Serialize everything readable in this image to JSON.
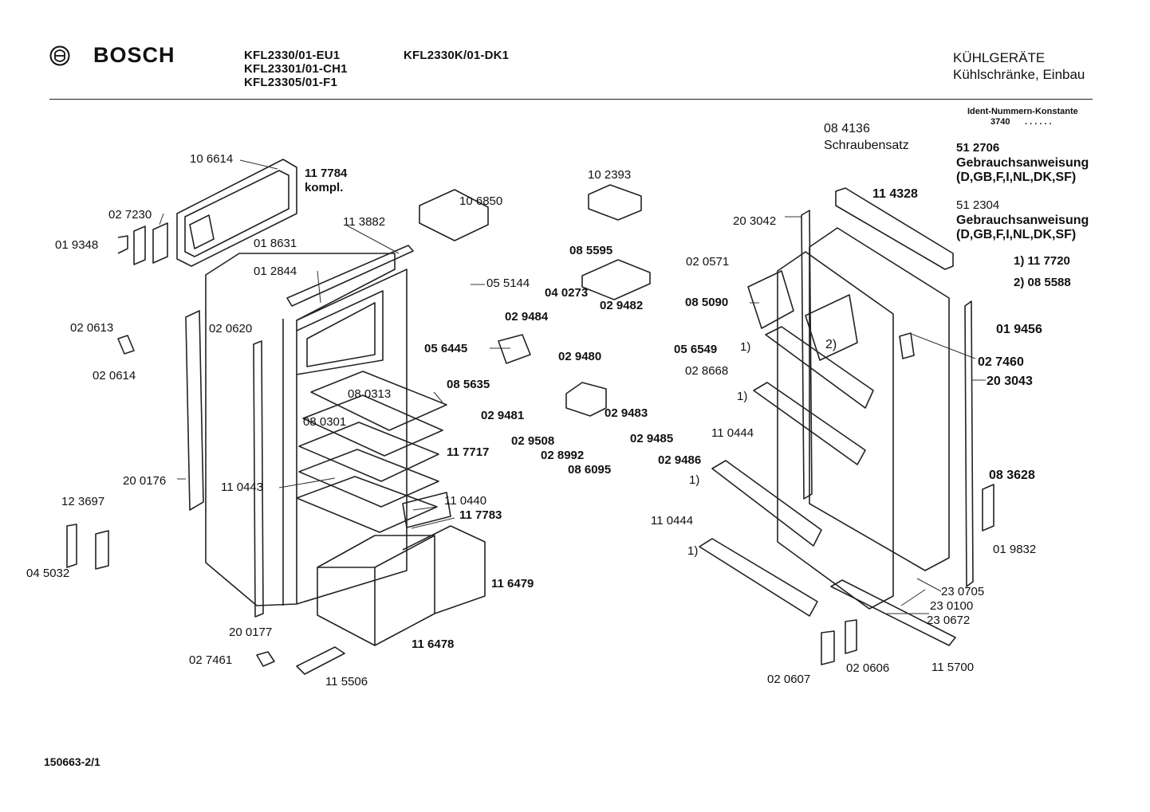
{
  "header": {
    "brand": "BOSCH",
    "models_col1": [
      "KFL2330/01-EU1",
      "KFL23301/01-CH1",
      "KFL23305/01-F1"
    ],
    "models_col2": [
      "KFL2330K/01-DK1"
    ],
    "category": "KÜHLGERÄTE",
    "subcategory": "Kühlschränke, Einbau"
  },
  "ident": {
    "title": "Ident-Nummern-Konstante",
    "value": "3740",
    "dots": ". .   . . . ."
  },
  "side_notes": {
    "screw_set_no": "08 4136",
    "screw_set_label": "Schraubensatz",
    "manual1_no": "51 2706",
    "manual1_label": "Gebrauchsanweisung",
    "manual1_langs": "(D,GB,F,I,NL,DK,SF)",
    "manual2_no": "51 2304",
    "manual2_label": "Gebrauchsanweisung",
    "manual2_langs": "(D,GB,F,I,NL,DK,SF)",
    "note1": "1) 11 7720",
    "note2": "2) 08 5588"
  },
  "parts": [
    {
      "id": "p01",
      "text": "10 6614"
    },
    {
      "id": "p02",
      "text": "11 7784"
    },
    {
      "id": "p03",
      "text": "kompl."
    },
    {
      "id": "p04",
      "text": "02 7230"
    },
    {
      "id": "p05",
      "text": "01 9348"
    },
    {
      "id": "p06",
      "text": "01 8631"
    },
    {
      "id": "p07",
      "text": "11 3882"
    },
    {
      "id": "p08",
      "text": "10 2393"
    },
    {
      "id": "p09",
      "text": "10 6850"
    },
    {
      "id": "p10",
      "text": "01 2844"
    },
    {
      "id": "p11",
      "text": "05 5144"
    },
    {
      "id": "p12",
      "text": "08 5595"
    },
    {
      "id": "p13",
      "text": "04 0273"
    },
    {
      "id": "p14",
      "text": "02 9482"
    },
    {
      "id": "p15",
      "text": "02 0613"
    },
    {
      "id": "p16",
      "text": "02 0620"
    },
    {
      "id": "p17",
      "text": "02 0614"
    },
    {
      "id": "p18",
      "text": "02 9484"
    },
    {
      "id": "p19",
      "text": "05 6445"
    },
    {
      "id": "p20",
      "text": "02 9480"
    },
    {
      "id": "p21",
      "text": "05 6549"
    },
    {
      "id": "p22",
      "text": "08 0313"
    },
    {
      "id": "p23",
      "text": "08 5635"
    },
    {
      "id": "p24",
      "text": "08 0301"
    },
    {
      "id": "p25",
      "text": "02 9481"
    },
    {
      "id": "p26",
      "text": "02 9483"
    },
    {
      "id": "p27",
      "text": "02 9508"
    },
    {
      "id": "p28",
      "text": "02 8992"
    },
    {
      "id": "p29",
      "text": "08 6095"
    },
    {
      "id": "p30",
      "text": "02 9485"
    },
    {
      "id": "p31",
      "text": "02 9486"
    },
    {
      "id": "p32",
      "text": "11 7717"
    },
    {
      "id": "p33",
      "text": "20 0176"
    },
    {
      "id": "p34",
      "text": "11 0443"
    },
    {
      "id": "p35",
      "text": "12 3697"
    },
    {
      "id": "p36",
      "text": "11 0440"
    },
    {
      "id": "p37",
      "text": "11 7783"
    },
    {
      "id": "p38",
      "text": "04 5032"
    },
    {
      "id": "p39",
      "text": "11 6479"
    },
    {
      "id": "p40",
      "text": "20 0177"
    },
    {
      "id": "p41",
      "text": "11 6478"
    },
    {
      "id": "p42",
      "text": "02 7461"
    },
    {
      "id": "p43",
      "text": "11 5506"
    },
    {
      "id": "p44",
      "text": "11 4328"
    },
    {
      "id": "p45",
      "text": "20 3042"
    },
    {
      "id": "p46",
      "text": "02 0571"
    },
    {
      "id": "p47",
      "text": "08 5090"
    },
    {
      "id": "p48",
      "text": "01 9456"
    },
    {
      "id": "p49",
      "text": "02 7460"
    },
    {
      "id": "p50",
      "text": "20 3043"
    },
    {
      "id": "p51",
      "text": "02 8668"
    },
    {
      "id": "p52",
      "text": "11 0444"
    },
    {
      "id": "p53",
      "text": "11 0444"
    },
    {
      "id": "p54",
      "text": "08 3628"
    },
    {
      "id": "p55",
      "text": "01 9832"
    },
    {
      "id": "p56",
      "text": "23 0705"
    },
    {
      "id": "p57",
      "text": "23 0100"
    },
    {
      "id": "p58",
      "text": "23 0672"
    },
    {
      "id": "p59",
      "text": "02 0607"
    },
    {
      "id": "p60",
      "text": "02 0606"
    },
    {
      "id": "p61",
      "text": "11 5700"
    },
    {
      "id": "n1",
      "text": "1)"
    },
    {
      "id": "n2",
      "text": "1)"
    },
    {
      "id": "n3",
      "text": "1)"
    },
    {
      "id": "n4",
      "text": "1)"
    },
    {
      "id": "n5",
      "text": "2)"
    }
  ],
  "footer": {
    "doc_no": "150663-2/1"
  }
}
